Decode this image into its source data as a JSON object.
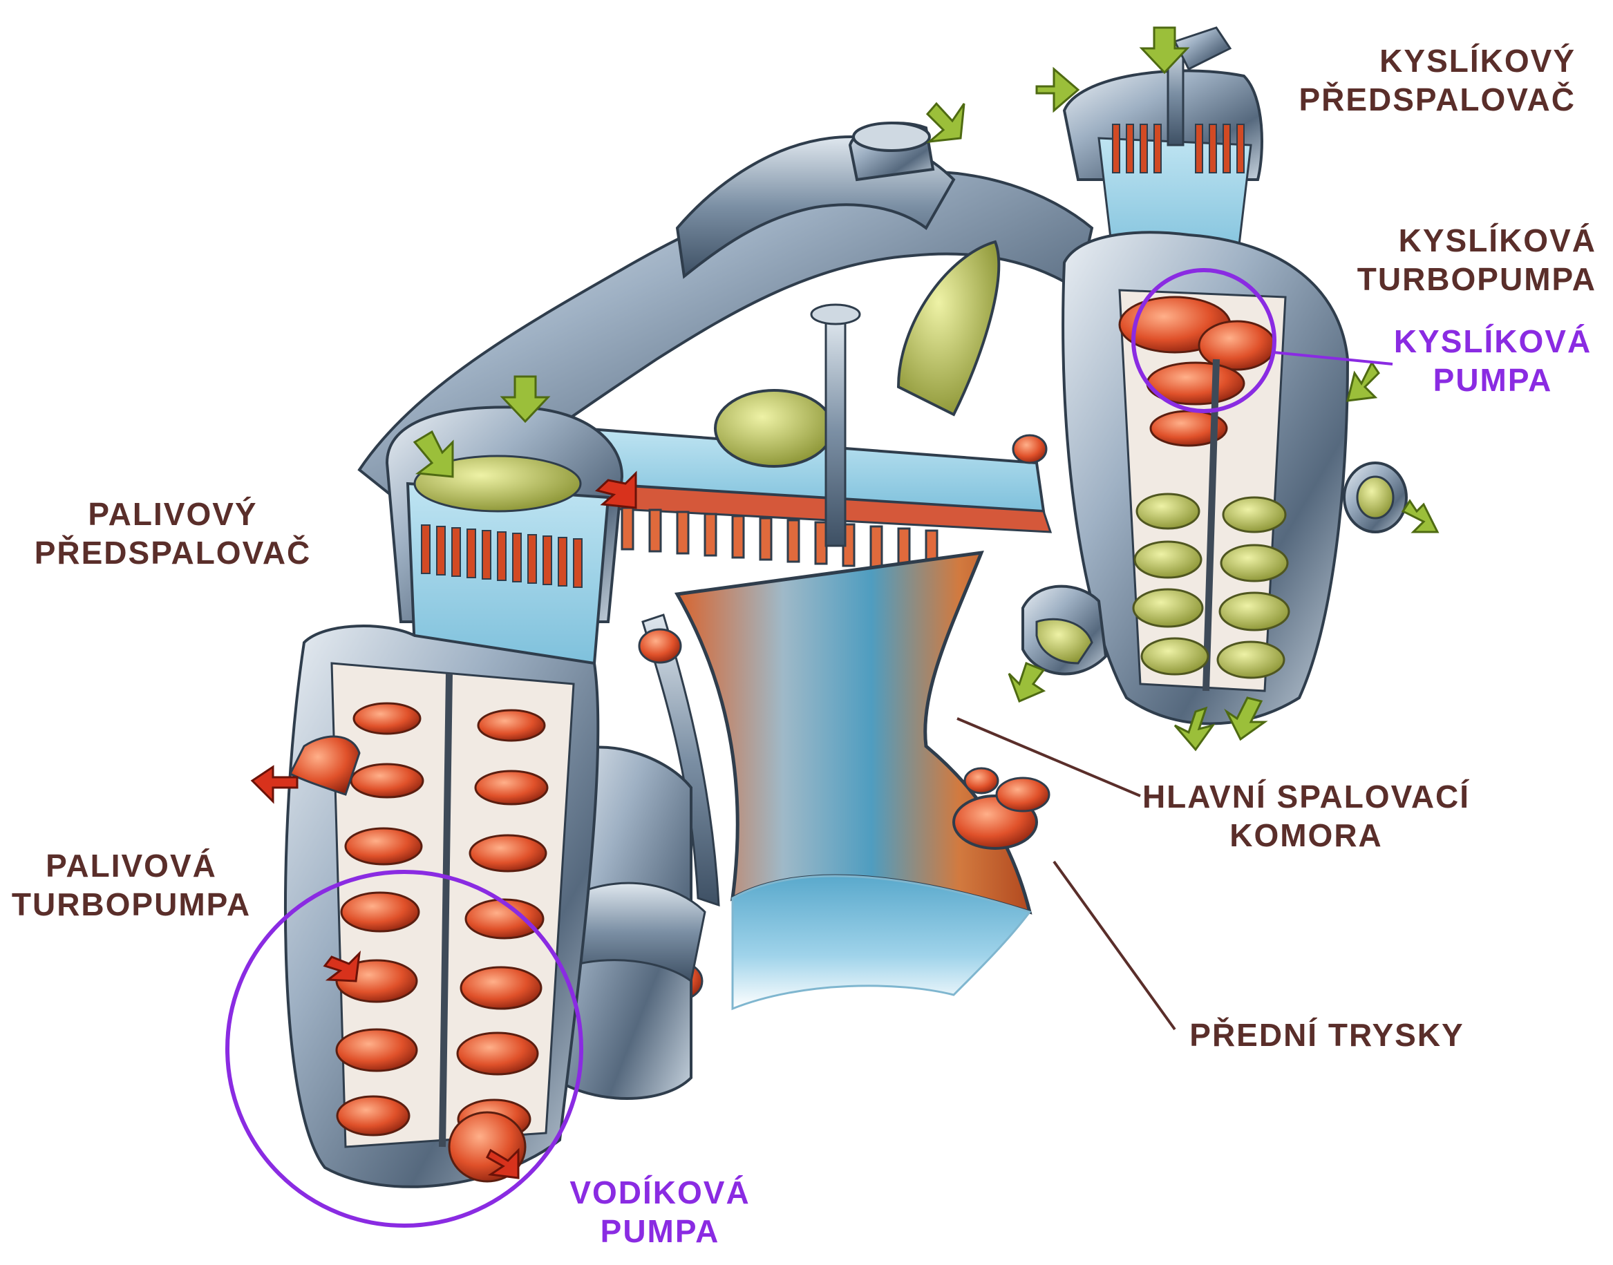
{
  "colors": {
    "label_text": "#5a2e2a",
    "highlight": "#8a2be2",
    "inlet_arrow": "#9bbf3a",
    "hot_arrow": "#d8321c",
    "metal": "#8fa3b8",
    "coolant_blue": "#9fd3ea",
    "hot_section": "#e0623a",
    "background": "#ffffff"
  },
  "labels": {
    "oxidizer_preburner": [
      "KYSLÍKOVÝ",
      "PŘEDSPALOVAČ"
    ],
    "oxidizer_turbopump": [
      "KYSLÍKOVÁ",
      "TURBOPUMPA"
    ],
    "oxidizer_pump": [
      "KYSLÍKOVÁ",
      "PUMPA"
    ],
    "fuel_preburner": [
      "PALIVOVÝ",
      "PŘEDSPALOVAČ"
    ],
    "main_chamber": [
      "HLAVNÍ SPALOVACÍ",
      "KOMORA"
    ],
    "fuel_turbopump": [
      "PALIVOVÁ",
      "TURBOPUMPA"
    ],
    "front_nozzles": [
      "PŘEDNÍ TRYSKY"
    ],
    "hydrogen_pump": [
      "VODÍKOVÁ",
      "PUMPA"
    ]
  },
  "icons": {
    "inlet_arrow": "green-inlet-arrow-icon",
    "hot_gas_arrow": "red-hot-gas-arrow-icon"
  }
}
